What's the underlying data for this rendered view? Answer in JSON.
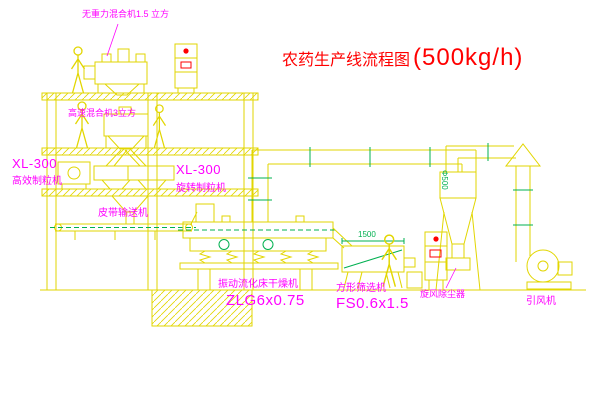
{
  "title": {
    "main": "农药生产线流程图",
    "capacity": "(500kg/h)"
  },
  "labels": {
    "top_mixer": "无重力混合机1.5 立方",
    "second_mixer": "高速混合机3立方",
    "left_granulator_model": "XL-300",
    "left_granulator_name": "高效制粒机",
    "center_granulator_model": "XL-300",
    "center_granulator_name": "旋转制粒机",
    "belt_conveyor": "皮带输送机",
    "dryer_name": "振动流化床干燥机",
    "dryer_model": "ZLG6x0.75",
    "sieve_name": "方形筛选机",
    "sieve_model": "FS0.6x1.5",
    "dust_collector": "旋风除尘器",
    "fan": "引风机"
  },
  "annotations": {
    "sieve_dimension": "1500",
    "cyclone_diameter": "Φ500"
  },
  "colors": {
    "line_yellow": "#e2d600",
    "line_green": "#00b050",
    "label_magenta": "#ff00ff",
    "title_red": "#ff0000",
    "background": "#ffffff"
  }
}
